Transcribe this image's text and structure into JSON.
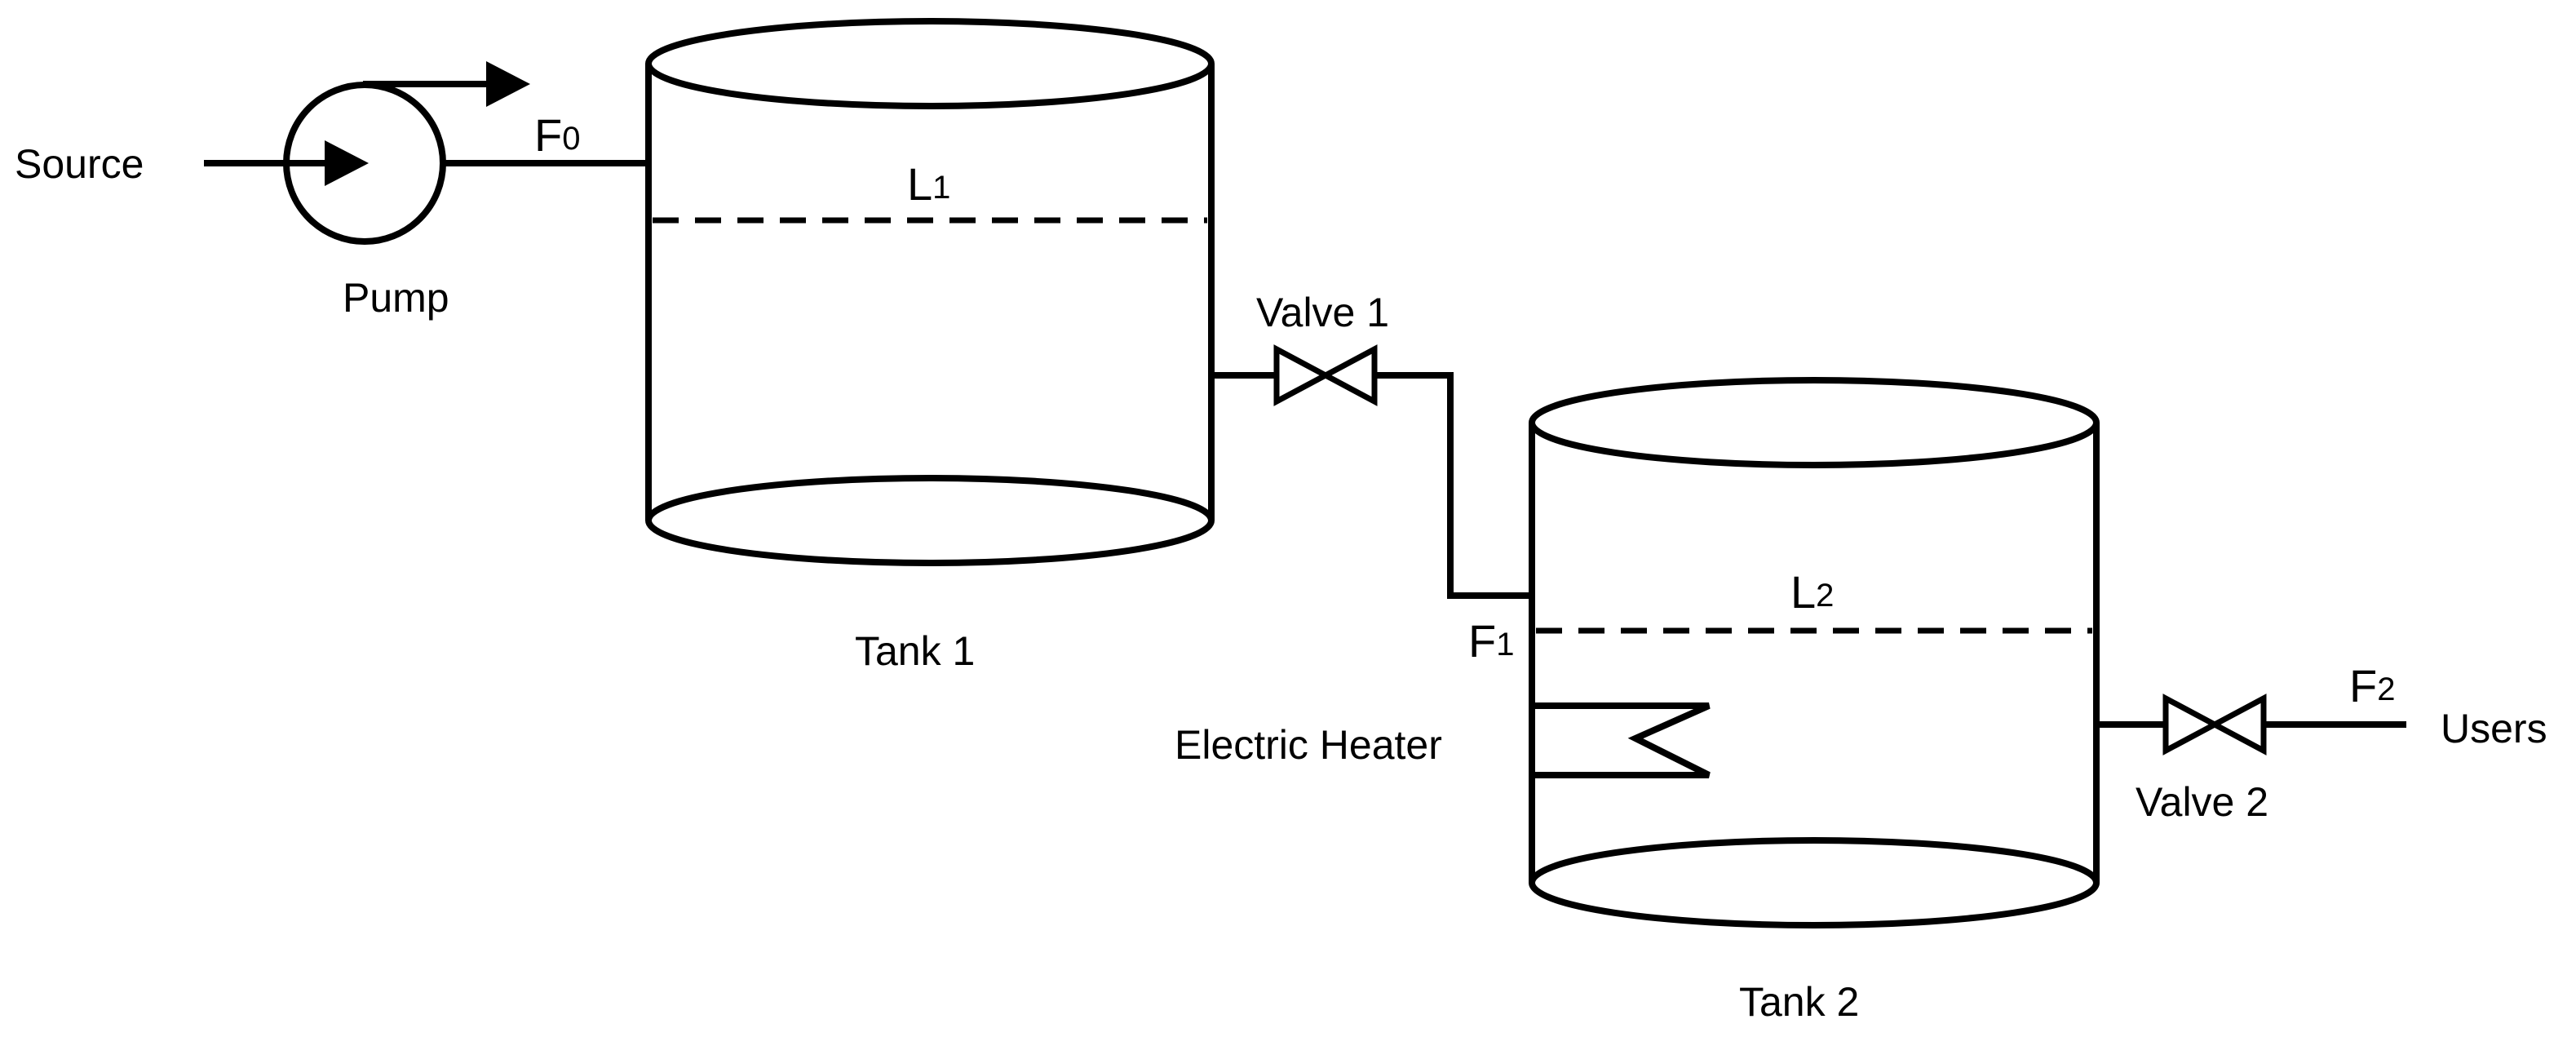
{
  "labels": {
    "source": "Source",
    "pump": "Pump",
    "tank1": "Tank 1",
    "tank2": "Tank 2",
    "valve1": "Valve 1",
    "valve2": "Valve 2",
    "heater": "Electric Heater",
    "users": "Users"
  },
  "symbols": {
    "f0": {
      "base": "F",
      "sub": "0"
    },
    "f1": {
      "base": "F",
      "sub": "1"
    },
    "f2": {
      "base": "F",
      "sub": "2"
    },
    "l1": {
      "base": "L",
      "sub": "1"
    },
    "l2": {
      "base": "L",
      "sub": "2"
    }
  }
}
